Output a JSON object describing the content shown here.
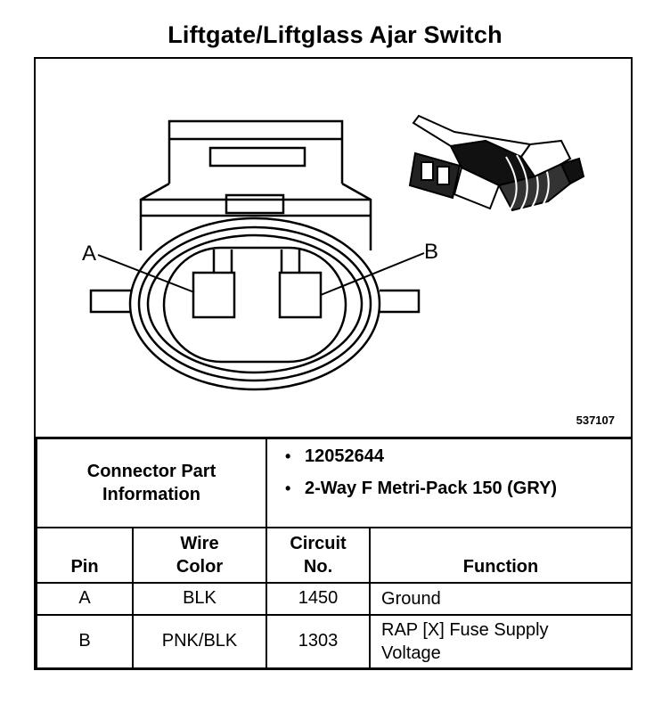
{
  "title": "Liftgate/Liftglass Ajar Switch",
  "diagram": {
    "pin_label_a": "A",
    "pin_label_b": "B",
    "part_number": "537107"
  },
  "connector_info": {
    "label": "Connector Part Information",
    "items": [
      "12052644",
      "2-Way F Metri-Pack 150 (GRY)"
    ]
  },
  "table": {
    "headers": {
      "pin": "Pin",
      "wire_color": "Wire Color",
      "circuit": "Circuit No.",
      "function": "Function"
    },
    "rows": [
      {
        "pin": "A",
        "wire_color": "BLK",
        "circuit": "1450",
        "function": "Ground"
      },
      {
        "pin": "B",
        "wire_color": "PNK/BLK",
        "circuit": "1303",
        "function": "RAP [X] Fuse Supply Voltage"
      }
    ]
  }
}
